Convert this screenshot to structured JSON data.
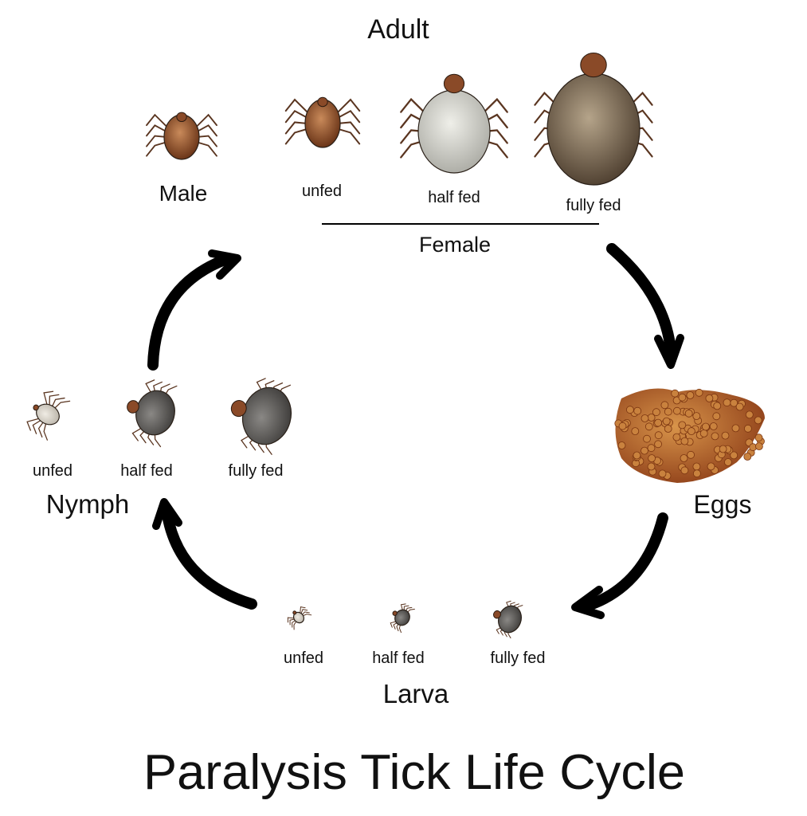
{
  "title": "Paralysis Tick Life Cycle",
  "adult": {
    "heading": "Adult",
    "male_label": "Male",
    "female_label": "Female",
    "female_stages": [
      "unfed",
      "half fed",
      "fully fed"
    ]
  },
  "eggs": {
    "label": "Eggs"
  },
  "larva": {
    "label": "Larva",
    "stages": [
      "unfed",
      "half fed",
      "fully fed"
    ]
  },
  "nymph": {
    "label": "Nymph",
    "stages": [
      "unfed",
      "half fed",
      "fully fed"
    ]
  },
  "colors": {
    "arrow": "#000000",
    "tick_brown": "#8a4a28",
    "tick_grey": "#d9d9d2",
    "tick_engorged": "#6e5c48",
    "nymph_dark": "#5a5856",
    "eggs": "#b8672a"
  }
}
